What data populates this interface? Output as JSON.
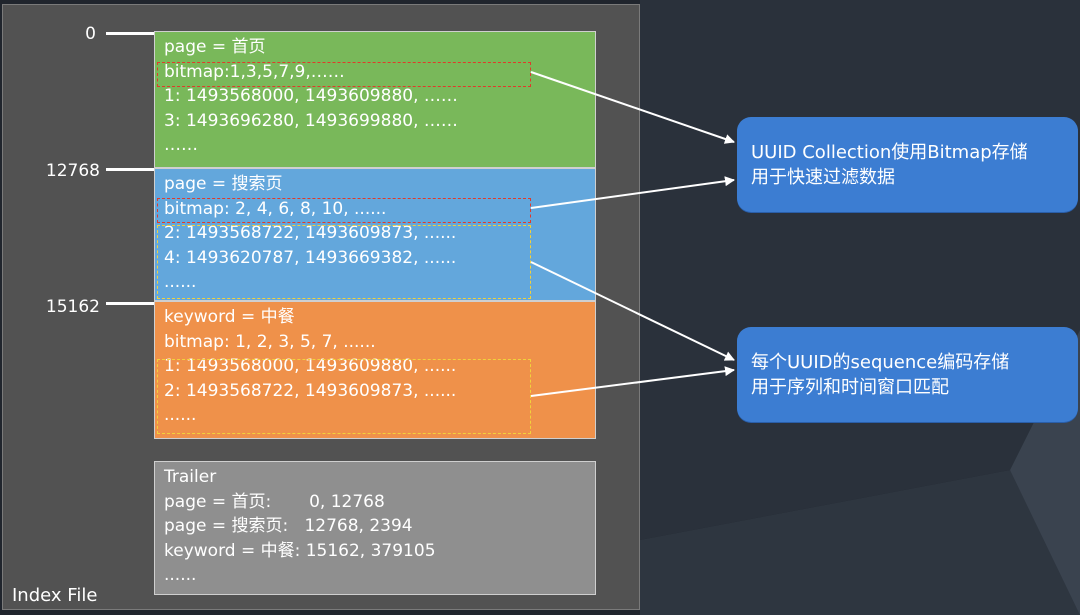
{
  "index_label": "Index File",
  "offsets": [
    "0",
    "12768",
    "15162"
  ],
  "blocks": [
    {
      "name": "page-home",
      "lines": [
        "page = 首页",
        "bitmap:1,3,5,7,9,……",
        "1: 1493568000, 1493609880, ……",
        "3: 1493696280, 1493699880, ……",
        "……"
      ]
    },
    {
      "name": "page-search",
      "lines": [
        "page = 搜索页",
        "bitmap: 2, 4, 6, 8, 10, ......",
        "2: 1493568722, 1493609873, ......",
        "4: 1493620787, 1493669382, ......",
        "......"
      ]
    },
    {
      "name": "keyword-lunch",
      "lines": [
        "keyword = 中餐",
        "bitmap: 1, 2, 3, 5, 7, ......",
        "1: 1493568000, 1493609880, ......",
        "2: 1493568722, 1493609873, ......",
        "......"
      ]
    },
    {
      "name": "trailer",
      "lines": [
        "Trailer",
        "page = 首页:       0, 12768",
        "page = 搜索页:   12768, 2394",
        "keyword = 中餐: 15162, 379105",
        "......"
      ]
    }
  ],
  "callouts": [
    {
      "line1": "UUID Collection使用Bitmap存储",
      "line2": "用于快速过滤数据"
    },
    {
      "line1": "每个UUID的sequence编码存储",
      "line2": "用于序列和时间窗口匹配"
    }
  ],
  "colors": {
    "green": "#79b85a",
    "blue": "#63a7dc",
    "orange": "#ef914a",
    "gray": "#8f8f8f",
    "callout": "#3c7dd2",
    "bitmap_highlight": "#e03a2a",
    "sequence_highlight": "#f2d23b"
  }
}
